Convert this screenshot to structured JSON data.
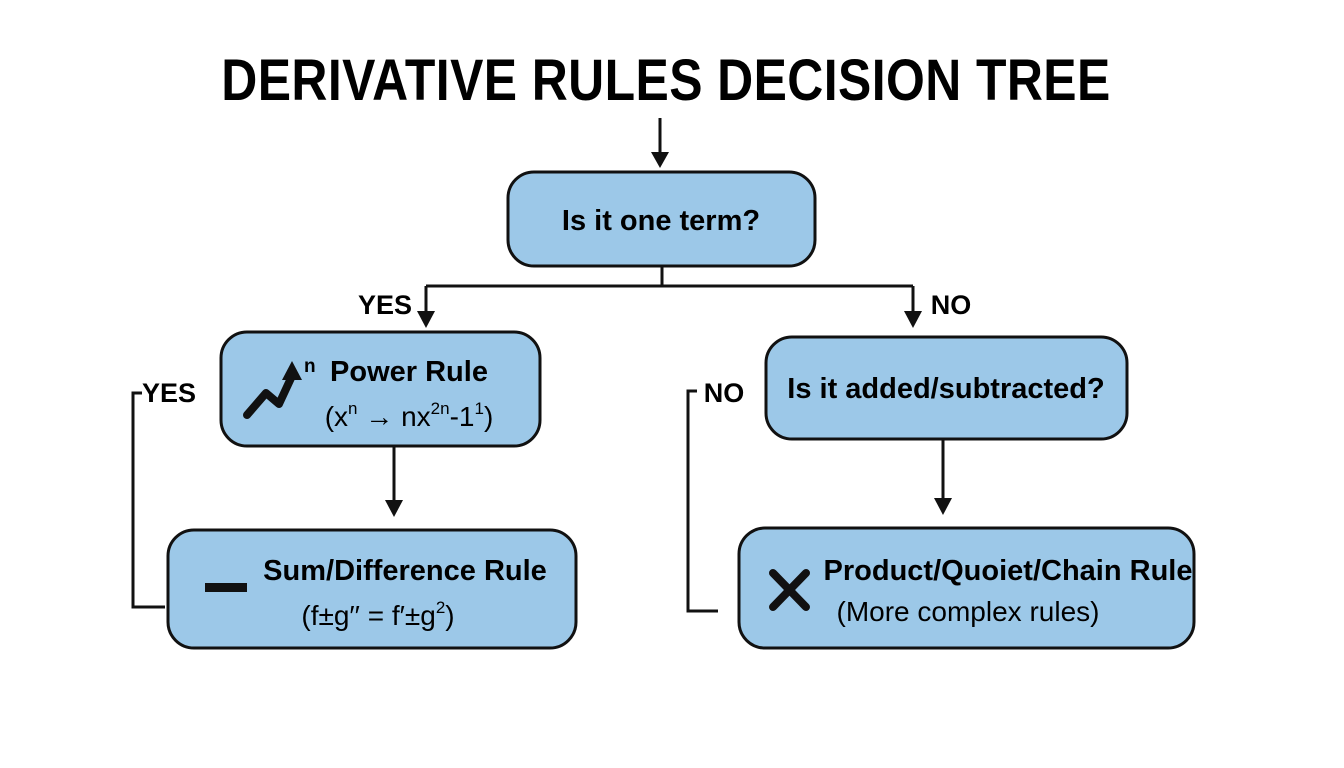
{
  "title": "DERIVATIVE RULES DECISION TREE",
  "nodes": {
    "one_term": {
      "title": "Is it one term?"
    },
    "power_rule": {
      "title": "Power Rule",
      "icon": "up-right-arrow-icon",
      "icon_sup": "n",
      "formula": {
        "a": "(x",
        "a_sup": "n",
        "b": " → nx",
        "b_sup": "2n",
        "c": "-1",
        "c_sup": "1",
        "d": ")"
      }
    },
    "added_subtracted": {
      "title": "Is it added/subtracted?"
    },
    "sum_difference": {
      "title": "Sum/Difference Rule",
      "icon": "minus-icon",
      "formula": {
        "a": "(f±g′′ = f′±g",
        "a_sup": "2",
        "b": ")"
      }
    },
    "product_quotient_chain": {
      "title": "Product/Quoiet/Chain Rule",
      "icon": "times-icon",
      "subtitle": "(More complex rules)"
    }
  },
  "edges": {
    "yes_top": "YES",
    "no_top": "NO",
    "yes_side": "YES",
    "no_side": "NO"
  },
  "colors": {
    "node_fill": "#9cc8e8",
    "stroke": "#111111",
    "background": "#ffffff"
  }
}
